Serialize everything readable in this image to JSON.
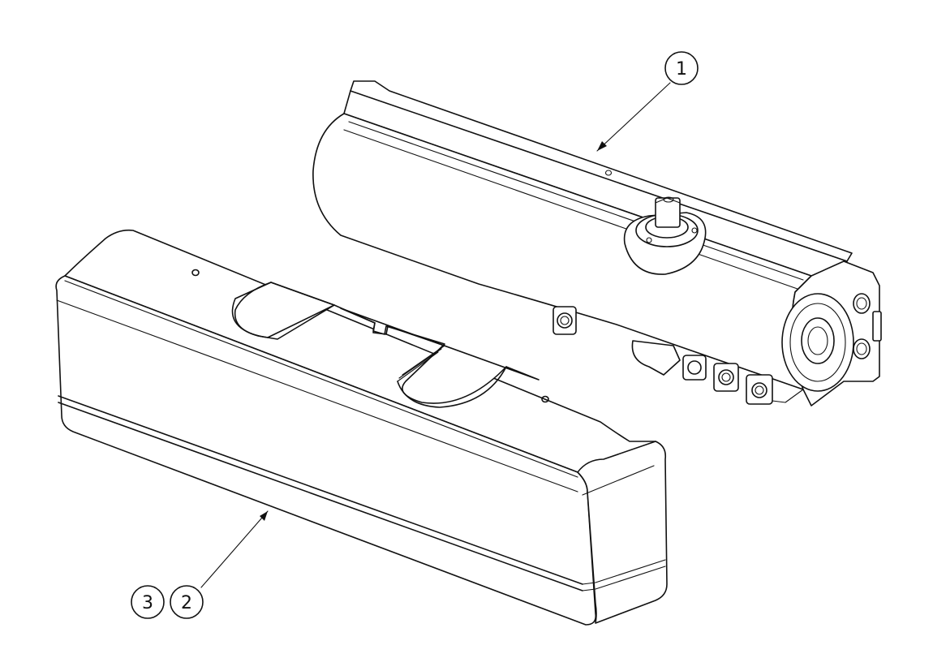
{
  "callouts": {
    "c1": "1",
    "c2": "2",
    "c3": "3"
  },
  "colors": {
    "line": "#111111",
    "background": "#ffffff"
  }
}
